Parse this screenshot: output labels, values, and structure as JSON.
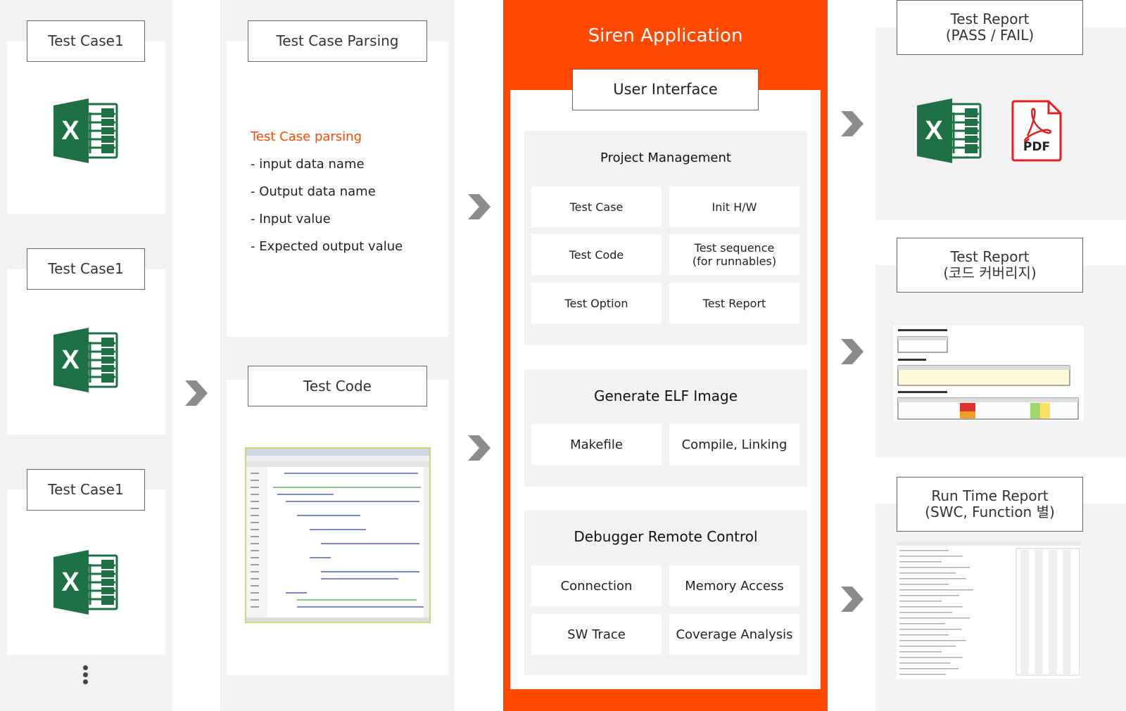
{
  "colors": {
    "accent": "#ff4800",
    "excel_green": "#1e7145",
    "pdf_red": "#e02020",
    "panel_gray": "#f1f2f1"
  },
  "column1": {
    "cases": [
      {
        "label": "Test Case1",
        "icon": "excel-icon"
      },
      {
        "label": "Test Case1",
        "icon": "excel-icon"
      },
      {
        "label": "Test Case1",
        "icon": "excel-icon"
      }
    ],
    "more_icon": "vertical-ellipsis-icon"
  },
  "column2": {
    "parsing_title": "Test Case Parsing",
    "parsing_heading": "Test Case parsing",
    "parsing_items": [
      "- input data name",
      "- Output data name",
      "- Input value",
      "- Expected output value"
    ],
    "code_title": "Test Code",
    "code_thumbnail": "code-editor-screenshot-icon"
  },
  "siren": {
    "title": "Siren Application",
    "ui_label": "User Interface",
    "sections": [
      {
        "title": "Project Management",
        "cells": [
          "Test Case",
          "Init H/W",
          "Test Code",
          "Test sequence\n(for runnables)",
          "Test Option",
          "Test Report"
        ]
      },
      {
        "title": "Generate ELF Image",
        "cells": [
          "Makefile",
          "Compile, Linking"
        ]
      },
      {
        "title": "Debugger Remote Control",
        "cells": [
          "Connection",
          "Memory Access",
          "SW Trace",
          "Coverage Analysis"
        ]
      }
    ]
  },
  "reports": [
    {
      "label": "Test Report\n(PASS / FAIL)",
      "icons": [
        "excel-icon",
        "pdf-icon"
      ],
      "pdf_text": "PDF"
    },
    {
      "label": "Test Report\n(코드 커버리지)",
      "thumbnail": "coverage-report-thumbnail"
    },
    {
      "label": "Run Time Report\n(SWC, Function 별)",
      "thumbnail": "runtime-report-thumbnail"
    }
  ]
}
